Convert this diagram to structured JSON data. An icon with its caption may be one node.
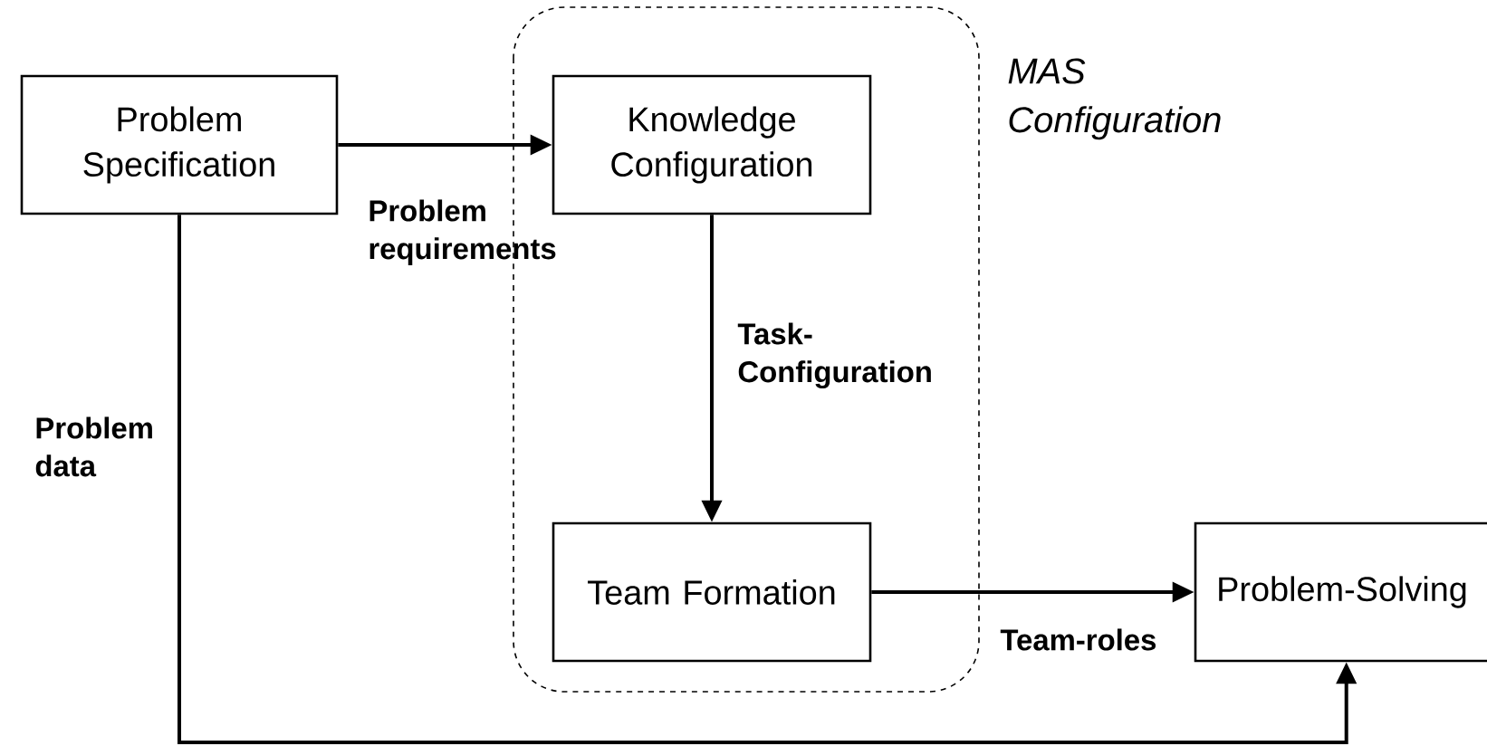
{
  "diagram": {
    "nodes": [
      {
        "text": [
          "Problem Specification"
        ]
      },
      {
        "text": [
          "MAS Configuration"
        ]
      },
      {
        "text": [
          "Knowledge Configuration"
        ],
        "in": 1
      },
      {
        "text": [
          "Team Formation"
        ],
        "in": 1
      },
      {
        "text": [
          "Problem-Solving"
        ]
      }
    ],
    "edges": [
      {
        "from": 0,
        "to": 2,
        "arrow": "to",
        "label": "Problem requirements"
      },
      {
        "from": 2,
        "to": 3,
        "arrow": "to",
        "label": "Task-Configuration"
      },
      {
        "from": 3,
        "to": 4,
        "arrow": "to",
        "label": "Team-roles"
      },
      {
        "from": 0,
        "to": 4,
        "arrow": "to",
        "label": "Problem data"
      }
    ]
  }
}
